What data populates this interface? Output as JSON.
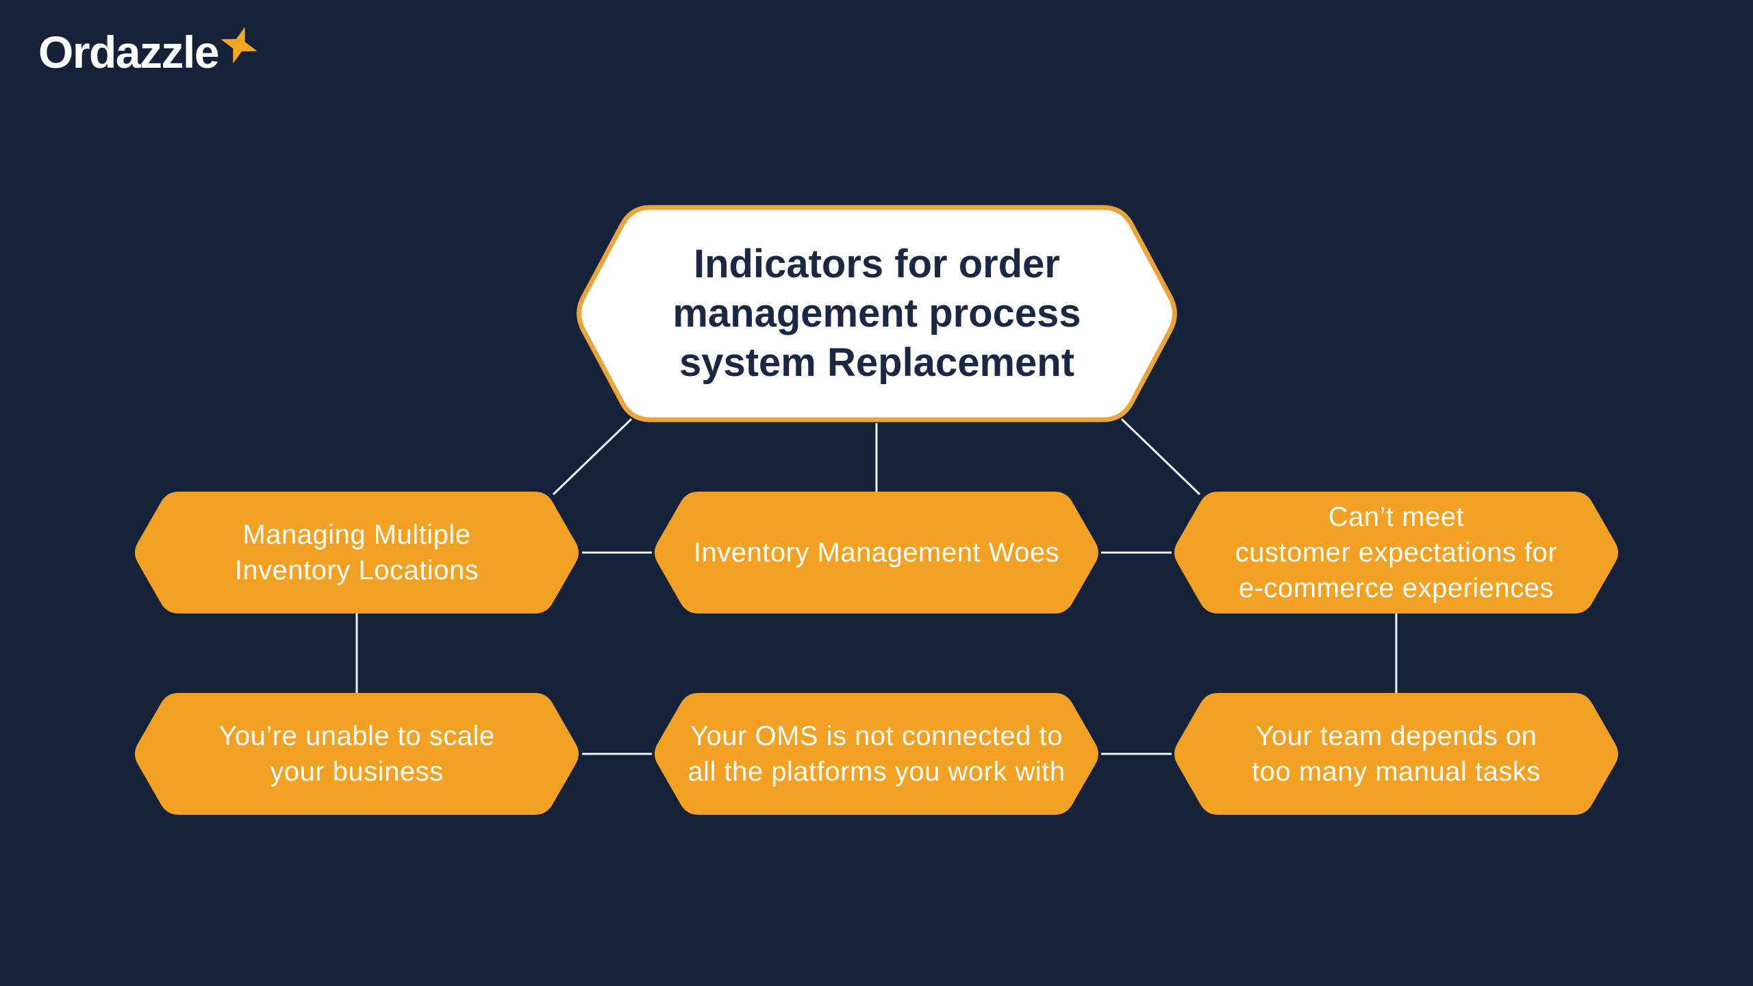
{
  "colors": {
    "background": "#16213A",
    "node_fill": "#F3A124",
    "root_fill": "#FFFFFF",
    "root_border": "#E9A43C",
    "root_text": "#1B2843",
    "node_text": "#FDFDFA",
    "connector": "#EFF4F8",
    "logo_text": "#FFFFFF",
    "logo_star": "#F5A623"
  },
  "logo": {
    "text": "Ordazzle",
    "star_icon": "sparkle-star-icon"
  },
  "diagram": {
    "root": {
      "label": "Indicators for order\nmanagement process\nsystem Replacement"
    },
    "nodes": [
      {
        "id": "managing-multiple-inventory-locations",
        "label": "Managing Multiple\nInventory Locations"
      },
      {
        "id": "inventory-management-woes",
        "label": "Inventory Management Woes"
      },
      {
        "id": "cant-meet-customer-expectations",
        "label": "Can’t meet\ncustomer expectations for\ne-commerce experiences"
      },
      {
        "id": "unable-to-scale-business",
        "label": "You’re unable to scale\nyour business"
      },
      {
        "id": "oms-not-connected",
        "label": "Your OMS is not connected to\nall the platforms you work with"
      },
      {
        "id": "too-many-manual-tasks",
        "label": "Your team depends on\ntoo many manual tasks"
      }
    ]
  }
}
